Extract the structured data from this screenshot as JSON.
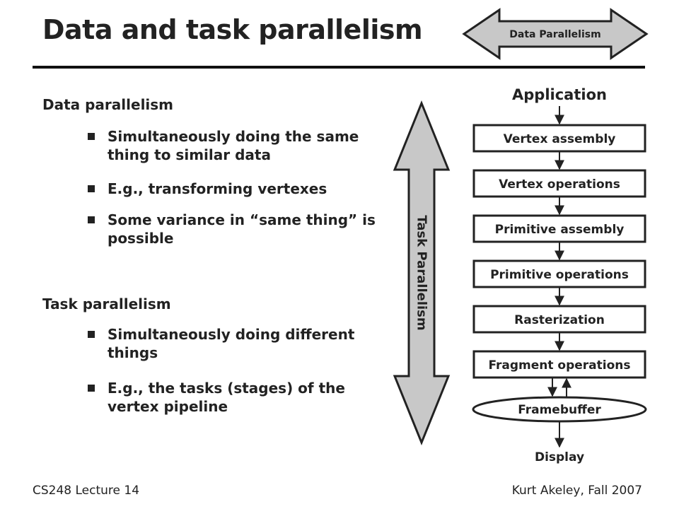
{
  "slide": {
    "title": "Data and task parallelism"
  },
  "sections": [
    {
      "heading": "Data parallelism",
      "bullets": [
        "Simultaneously doing the same thing to similar data",
        "E.g., transforming vertexes",
        "Some variance in “same thing” is possible"
      ]
    },
    {
      "heading": "Task parallelism",
      "bullets": [
        "Simultaneously doing different things",
        "E.g., the tasks (stages) of the vertex pipeline"
      ]
    }
  ],
  "diagram": {
    "data_parallelism_label": "Data Parallelism",
    "task_parallelism_label": "Task Parallelism",
    "source": "Application",
    "stages": [
      "Vertex assembly",
      "Vertex operations",
      "Primitive assembly",
      "Primitive operations",
      "Rasterization",
      "Fragment operations"
    ],
    "framebuffer": "Framebuffer",
    "sink": "Display",
    "colors": {
      "box_fill": "#ffffff",
      "arrow_fill": "#c8c8c8",
      "stroke": "#222222"
    }
  },
  "footer": {
    "left": "CS248 Lecture 14",
    "right": "Kurt Akeley, Fall 2007"
  }
}
